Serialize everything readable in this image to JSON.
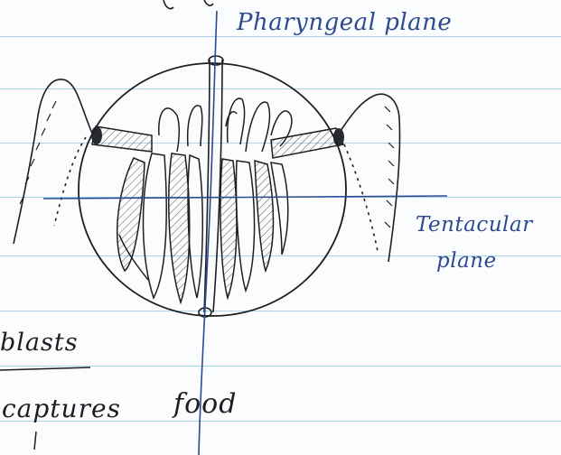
{
  "labels": {
    "pharyngeal_plane": "Pharyngeal plane",
    "tentacular_plane_line1": "Tentacular",
    "tentacular_plane_line2": "plane"
  },
  "side_text": {
    "fragment_1": "blasts",
    "fragment_2": "captures",
    "fragment_3": "food"
  },
  "colors": {
    "ink_blue": "#2e4a8f",
    "ink_black": "#1e1e22",
    "ruled_line": "#a9d6ea",
    "paper": "#fbfcfd"
  }
}
